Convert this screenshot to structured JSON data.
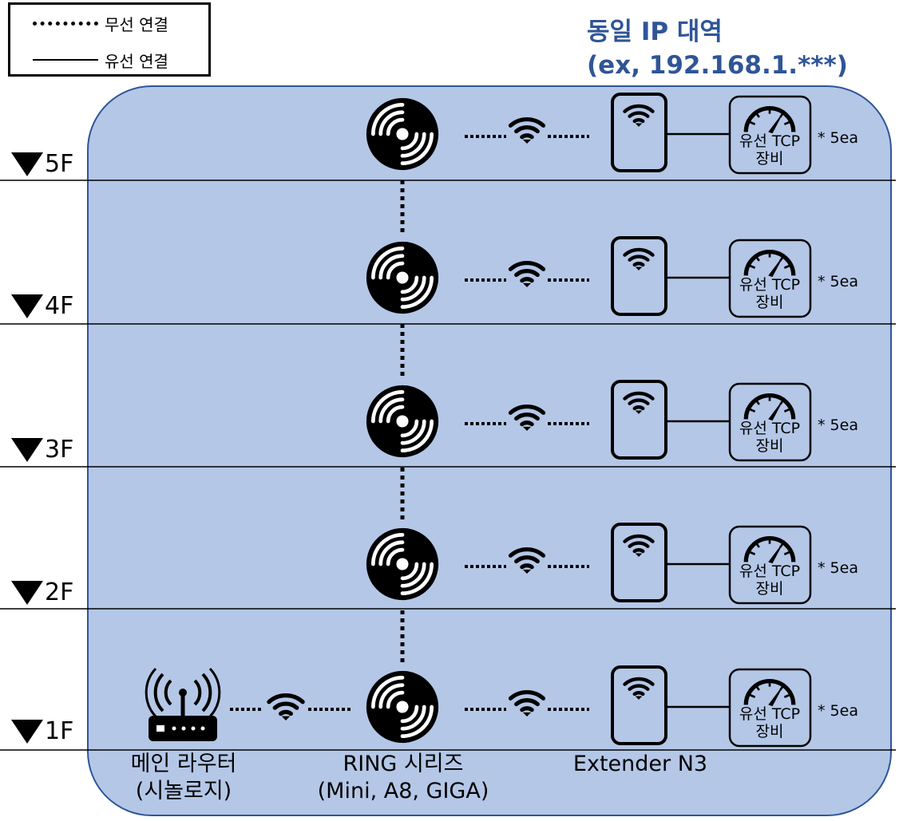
{
  "legend": {
    "wireless": "무선 연결",
    "wired": "유선 연결"
  },
  "title": {
    "line1": "동일 IP 대역",
    "line2": "(ex, 192.168.1.***)"
  },
  "floors": [
    {
      "label": "5F",
      "tcp_label_1": "유선 TCP",
      "tcp_label_2": "장비",
      "qty": "* 5ea"
    },
    {
      "label": "4F",
      "tcp_label_1": "유선 TCP",
      "tcp_label_2": "장비",
      "qty": "* 5ea"
    },
    {
      "label": "3F",
      "tcp_label_1": "유선 TCP",
      "tcp_label_2": "장비",
      "qty": "* 5ea"
    },
    {
      "label": "2F",
      "tcp_label_1": "유선 TCP",
      "tcp_label_2": "장비",
      "qty": "* 5ea"
    },
    {
      "label": "1F",
      "tcp_label_1": "유선 TCP",
      "tcp_label_2": "장비",
      "qty": "* 5ea"
    }
  ],
  "bottom_labels": {
    "router_1": "메인 라우터",
    "router_2": "(시놀로지)",
    "ring_1": "RING 시리즈",
    "ring_2": "(Mini, A8, GIGA)",
    "extender": "Extender N3"
  },
  "icons": {
    "ring": "ring-mesh-node-icon",
    "wifi": "wifi-icon",
    "extender": "wifi-extender-icon",
    "gauge": "gauge-icon",
    "router": "router-icon",
    "floor_marker": "triangle-down-icon"
  },
  "colors": {
    "zone_fill": "#b4c7e7",
    "zone_stroke": "#2f5597",
    "title": "#2f5597"
  }
}
